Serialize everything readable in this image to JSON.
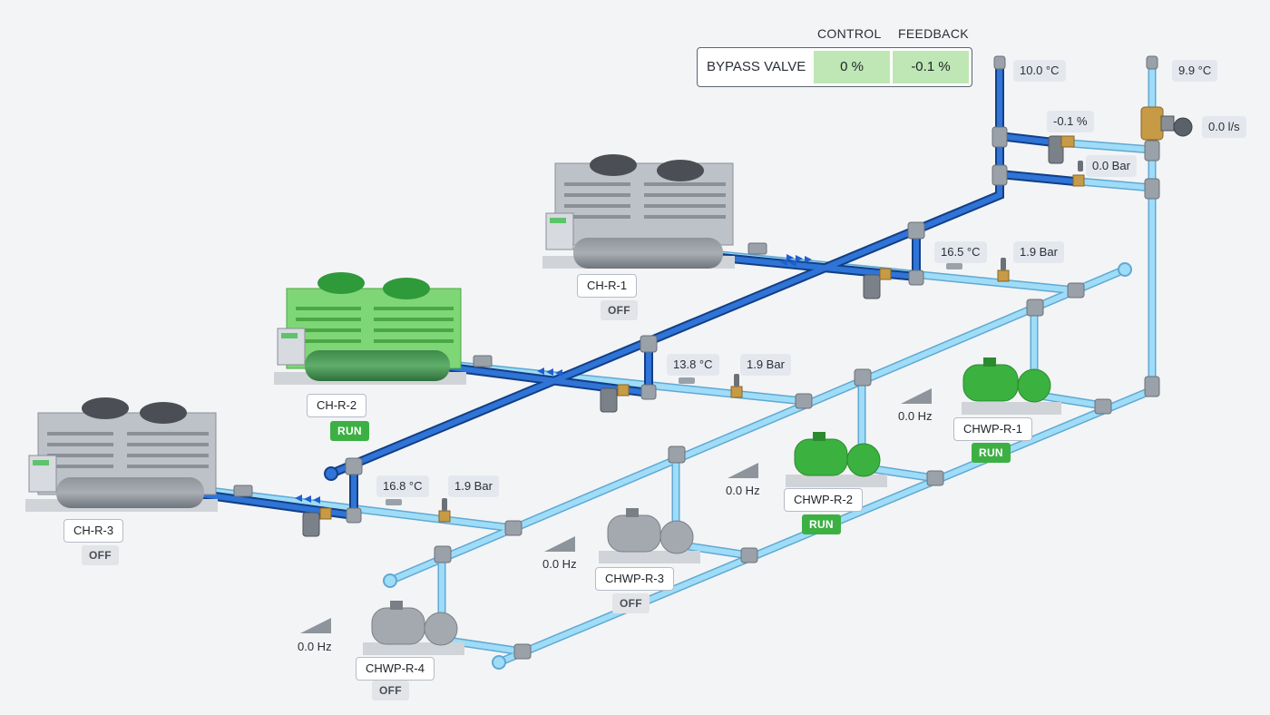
{
  "bypass_valve": {
    "label": "BYPASS VALVE",
    "control_header": "CONTROL",
    "feedback_header": "FEEDBACK",
    "control_value": "0 %",
    "feedback_value": "-0.1 %"
  },
  "header_readouts": {
    "supply_temp": "10.0 °C",
    "return_temp": "9.9 °C",
    "bypass_position": "-0.1 %",
    "flow": "0.0 l/s",
    "diff_pressure": "0.0 Bar"
  },
  "chillers": [
    {
      "name": "CH-R-1",
      "status": "OFF",
      "running": false,
      "temp": "16.5 °C",
      "pressure": "1.9 Bar"
    },
    {
      "name": "CH-R-2",
      "status": "RUN",
      "running": true,
      "temp": "13.8 °C",
      "pressure": "1.9 Bar"
    },
    {
      "name": "CH-R-3",
      "status": "OFF",
      "running": false,
      "temp": "16.8 °C",
      "pressure": "1.9 Bar"
    }
  ],
  "pumps": [
    {
      "name": "CHWP-R-1",
      "status": "RUN",
      "running": true,
      "speed": "0.0 Hz"
    },
    {
      "name": "CHWP-R-2",
      "status": "RUN",
      "running": true,
      "speed": "0.0 Hz"
    },
    {
      "name": "CHWP-R-3",
      "status": "OFF",
      "running": false,
      "speed": "0.0 Hz"
    },
    {
      "name": "CHWP-R-4",
      "status": "OFF",
      "running": false,
      "speed": "0.0 Hz"
    }
  ],
  "colors": {
    "supply_pipe": "#1f5fbf",
    "return_pipe": "#8fd0ef",
    "running_green": "#3cb043",
    "off_grey": "#9aa1a9"
  }
}
